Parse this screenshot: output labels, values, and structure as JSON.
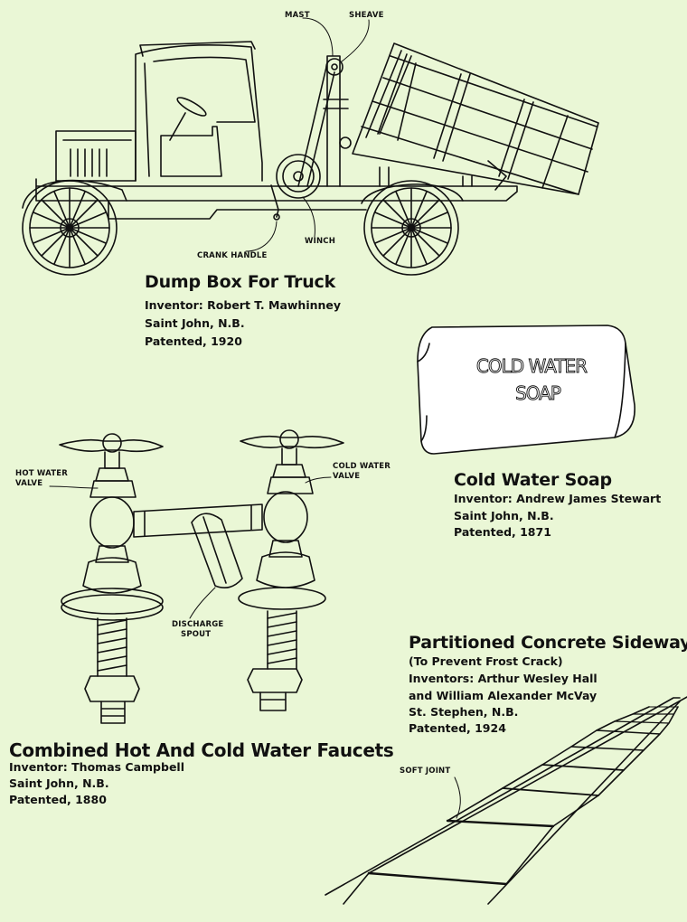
{
  "colors": {
    "background": "#eaf7d6",
    "ink": "#111111",
    "soap_fill": "#ffffff"
  },
  "truck": {
    "title": "Dump Box For Truck",
    "details": [
      "Inventor: Robert T. Mawhinney",
      "Saint John, N.B.",
      "Patented, 1920"
    ],
    "callouts": {
      "mast": "MAST",
      "sheave": "SHEAVE",
      "crank_handle": "CRANK HANDLE",
      "winch": "WINCH"
    }
  },
  "soap": {
    "title": "Cold Water Soap",
    "details": [
      "Inventor: Andrew James Stewart",
      "Saint John, N.B.",
      "Patented, 1871"
    ],
    "imprint": [
      "COLD WATER",
      "SOAP"
    ]
  },
  "faucets": {
    "title": "Combined Hot And Cold Water Faucets",
    "details": [
      "Inventor: Thomas Campbell",
      "Saint John, N.B.",
      "Patented, 1880"
    ],
    "callouts": {
      "hot_valve": [
        "HOT WATER",
        "VALVE"
      ],
      "cold_valve": [
        "COLD WATER",
        "VALVE"
      ],
      "spout": [
        "DISCHARGE",
        "SPOUT"
      ]
    }
  },
  "sidewalk": {
    "title": "Partitioned Concrete Sideway",
    "details": [
      "(To Prevent Frost Crack)",
      "Inventors: Arthur Wesley Hall",
      "and William Alexander McVay",
      "St. Stephen, N.B.",
      "Patented, 1924"
    ],
    "callouts": {
      "soft_joint": "SOFT JOINT"
    }
  }
}
